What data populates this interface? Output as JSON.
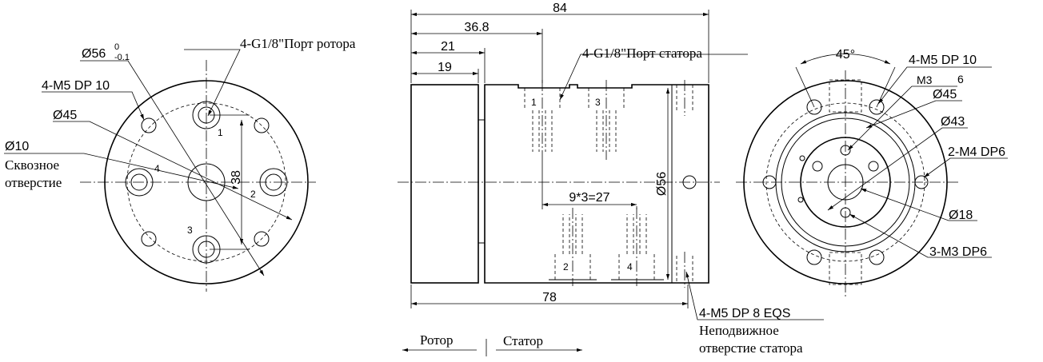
{
  "left_view": {
    "rotor_port": "4-G1/8\"Порт ротора",
    "dia_56": "Ø56",
    "tol_upper": "0",
    "tol_lower": "-0.1",
    "m5_holes": "4-M5 DP 10",
    "dia_45": "Ø45",
    "dia_10": "Ø10",
    "through_line1": "Сквозное",
    "through_line2": "отверстие",
    "dim_38": "38",
    "port_nums": [
      "1",
      "2",
      "3",
      "4"
    ]
  },
  "side_view": {
    "dim_84": "84",
    "dim_36_8": "36.8",
    "dim_21": "21",
    "dim_19": "19",
    "stator_port": "4-G1/8\"Порт статора",
    "dim_spacing": "9*3=27",
    "dia_56": "Ø56",
    "dim_78": "78",
    "eqs_holes": "4-M5 DP 8 EQS",
    "fixed_line1": "Неподвижное",
    "fixed_line2": "отверстие статора",
    "rotor": "Ротор",
    "stator": "Статор",
    "port_nums": [
      "1",
      "3",
      "2",
      "4"
    ]
  },
  "right_view": {
    "angle": "45°",
    "m5_holes": "4-M5 DP 10",
    "m3": "M3",
    "m3_depth": "6",
    "dia_45": "Ø45",
    "dia_43": "Ø43",
    "m4_holes": "2-M4 DP6",
    "dia_18": "Ø18",
    "m3_holes": "3-M3 DP6"
  }
}
